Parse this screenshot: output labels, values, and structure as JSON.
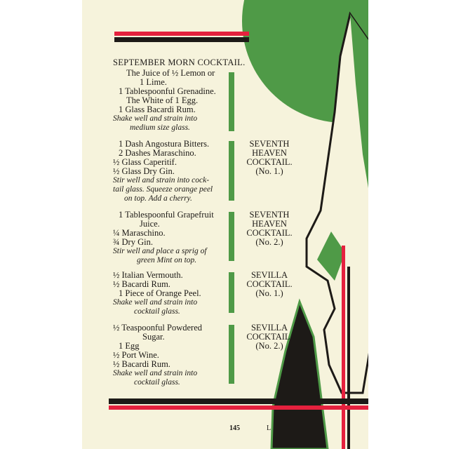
{
  "page_number": "145",
  "signature_mark": "L",
  "colors": {
    "paper": "#f6f3dc",
    "green": "#4f9a47",
    "red": "#e5213e",
    "black": "#1d1a17"
  },
  "heading": "SEPTEMBER MORN COCKTAIL.",
  "recipes": [
    {
      "lines": [
        "The Juice of ½ Lemon or",
        "1 Lime.",
        "1  Tablespoonful Grenadine.",
        "The White of 1 Egg.",
        "1  Glass Bacardi Rum."
      ],
      "method": [
        "Shake well and strain into",
        "medium size glass."
      ]
    },
    {
      "title": [
        "SEVENTH",
        "HEAVEN",
        "COCKTAIL.",
        "(No. 1.)"
      ],
      "lines": [
        "1  Dash Angostura Bitters.",
        "2  Dashes Maraschino.",
        "½  Glass Caperitif.",
        "½  Glass Dry Gin."
      ],
      "method": [
        "Stir well and strain into cock-",
        "tail glass.  Squeeze orange peel",
        "on top.  Add a cherry."
      ]
    },
    {
      "title": [
        "SEVENTH",
        "HEAVEN",
        "COCKTAIL.",
        "(No. 2.)"
      ],
      "lines": [
        "1  Tablespoonful Grapefruit",
        "Juice.",
        "¼  Maraschino.",
        "¾  Dry Gin."
      ],
      "method": [
        "Stir well and place a sprig of",
        "green Mint on top."
      ]
    },
    {
      "title": [
        "SEVILLA",
        "COCKTAIL.",
        "(No. 1.)"
      ],
      "lines": [
        "½  Italian Vermouth.",
        "½  Bacardi Rum.",
        "1  Piece of Orange Peel."
      ],
      "method": [
        "Shake well and strain into",
        "cocktail glass."
      ]
    },
    {
      "title": [
        "SEVILLA",
        "COCKTAIL.",
        "(No. 2.)"
      ],
      "lines": [
        "½  Teaspoonful Powdered",
        "Sugar.",
        "1  Egg",
        "½  Port Wine.",
        "½  Bacardi Rum."
      ],
      "method": [
        "Shake well and strain into",
        "cocktail glass."
      ]
    }
  ]
}
